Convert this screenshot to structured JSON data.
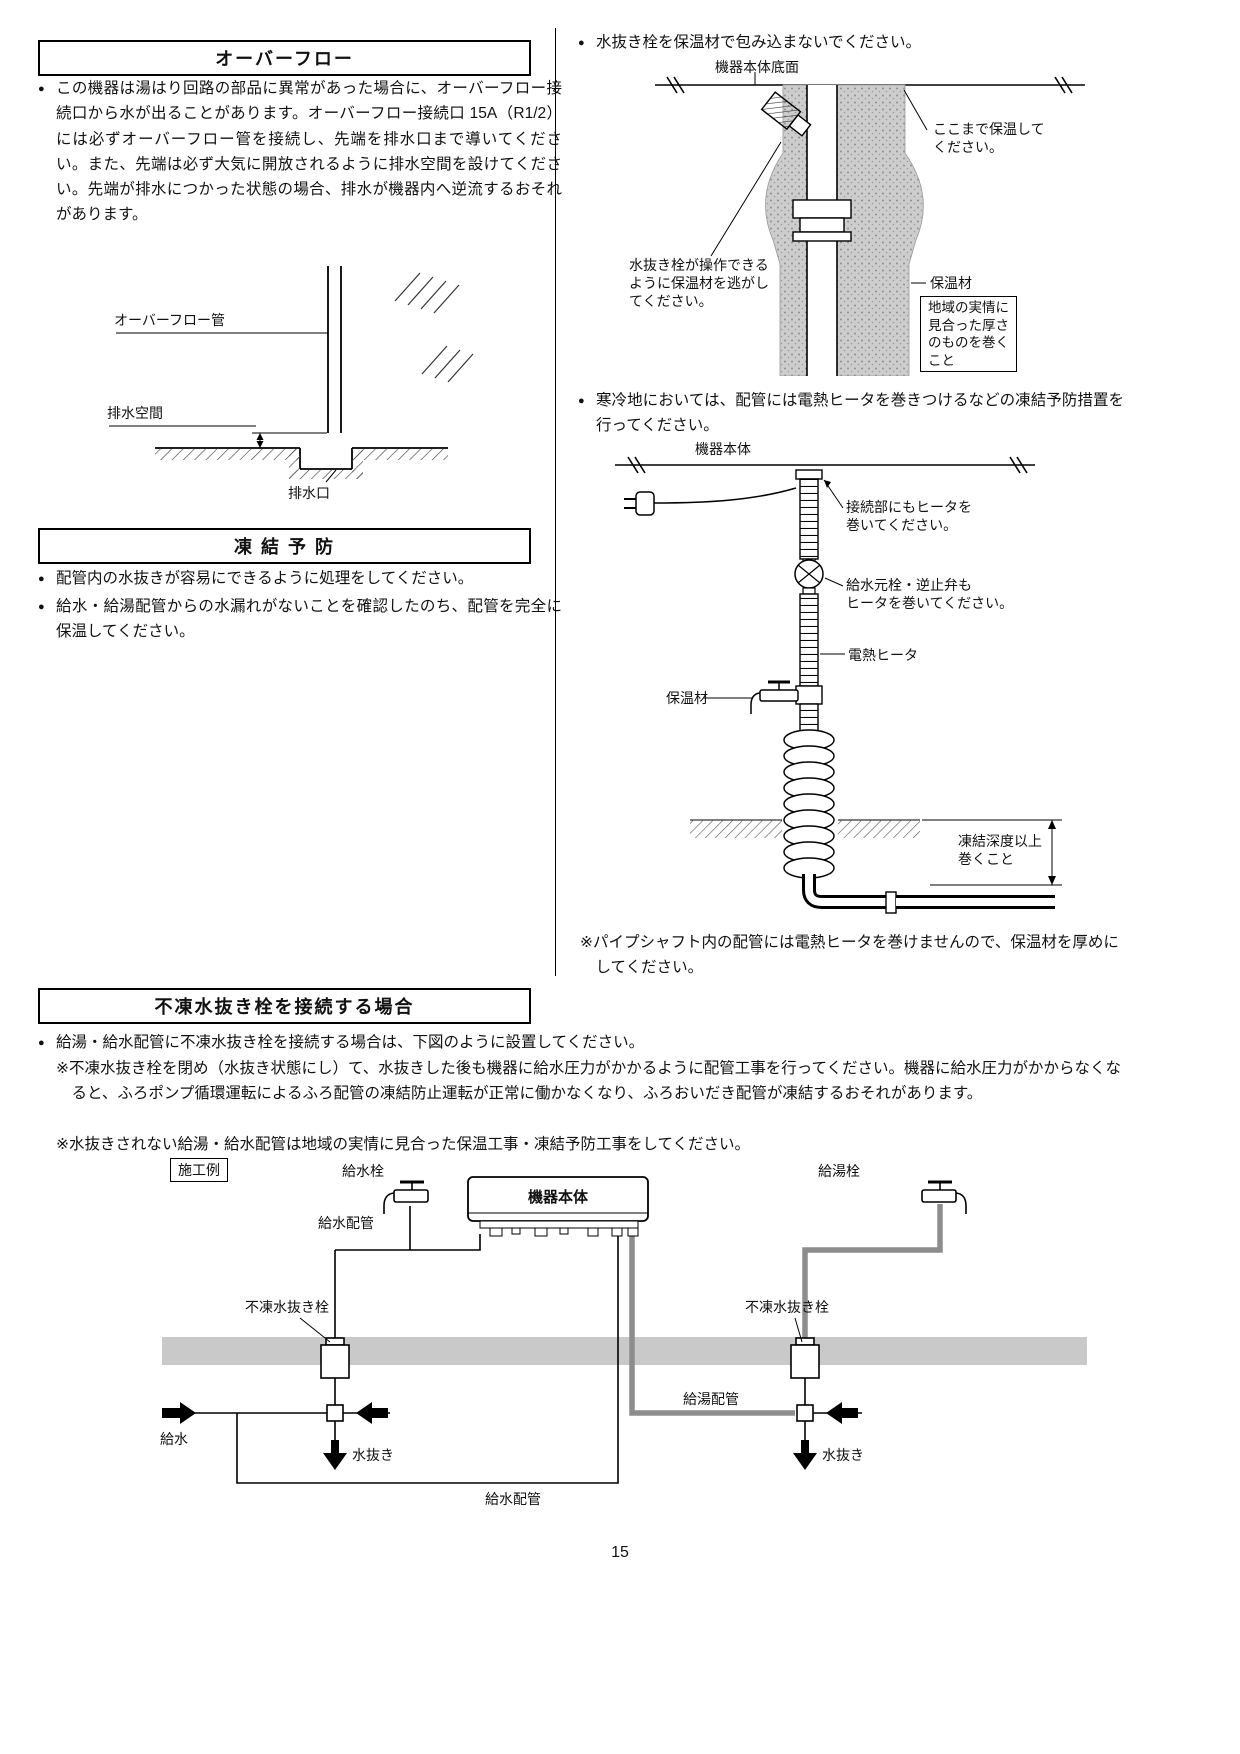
{
  "page_number": "15",
  "overflow": {
    "title": "オーバーフロー",
    "body": "この機器は湯はり回路の部品に異常があった場合に、オーバーフロー接続口から水が出ることがあります。オーバーフロー接続口 15A（R1/2）には必ずオーバーフロー管を接続し、先端を排水口まで導いてください。また、先端は必ず大気に開放されるように排水空間を設けてください。先端が排水につかった状態の場合、排水が機器内へ逆流するおそれがあります。",
    "labels": {
      "pipe": "オーバーフロー管",
      "space": "排水空間",
      "outlet": "排水口"
    }
  },
  "freeze": {
    "title": "凍 結 予 防",
    "bullets": [
      "配管内の水抜きが容易にできるように処理をしてください。",
      "給水・給湯配管からの水漏れがないことを確認したのち、配管を完全に保温してください。"
    ]
  },
  "insulation": {
    "bullet": "水抜き栓を保温材で包み込まないでください。",
    "labels": {
      "unit_bottom": "機器本体底面",
      "to_here": "ここまで保温して\nください。",
      "valve_access": "水抜き栓が操作できる\nように保温材を逃がし\nてください。",
      "material": "保温材",
      "thickness": "地域の実情に\n見合った厚さ\nのものを巻く\nこと"
    }
  },
  "heater": {
    "bullet": "寒冷地においては、配管には電熱ヒータを巻きつけるなどの凍結予防措置を行ってください。",
    "labels": {
      "unit": "機器本体",
      "joint": "接続部にもヒータを\n巻いてください。",
      "valve": "給水元栓・逆止弁も\nヒータを巻いてください。",
      "heater": "電熱ヒータ",
      "material": "保温材",
      "depth": "凍結深度以上\n巻くこと"
    },
    "note": "※パイプシャフト内の配管には電熱ヒータを巻けませんので、保温材を厚めにしてください。"
  },
  "antifreeze": {
    "title": "不凍水抜き栓を接続する場合",
    "bullet": "給湯・給水配管に不凍水抜き栓を接続する場合は、下図のように設置してください。",
    "notes": [
      "※不凍水抜き栓を閉め（水抜き状態にし）て、水抜きした後も機器に給水圧力がかかるように配管工事を行ってください。機器に給水圧力がかからなくなると、ふろポンプ循環運転によるふろ配管の凍結防止運転が正常に働かなくなり、ふろおいだき配管が凍結するおそれがあります。",
      "※水抜きされない給湯・給水配管は地域の実情に見合った保温工事・凍結予防工事をしてください。"
    ],
    "labels": {
      "example": "施工例",
      "water_tap": "給水栓",
      "unit": "機器本体",
      "hot_tap": "給湯栓",
      "water_pipe": "給水配管",
      "valve": "不凍水抜き栓",
      "hot_pipe": "給湯配管",
      "water_in": "給水",
      "drain": "水抜き",
      "water_pipe_bottom": "給水配管"
    }
  }
}
